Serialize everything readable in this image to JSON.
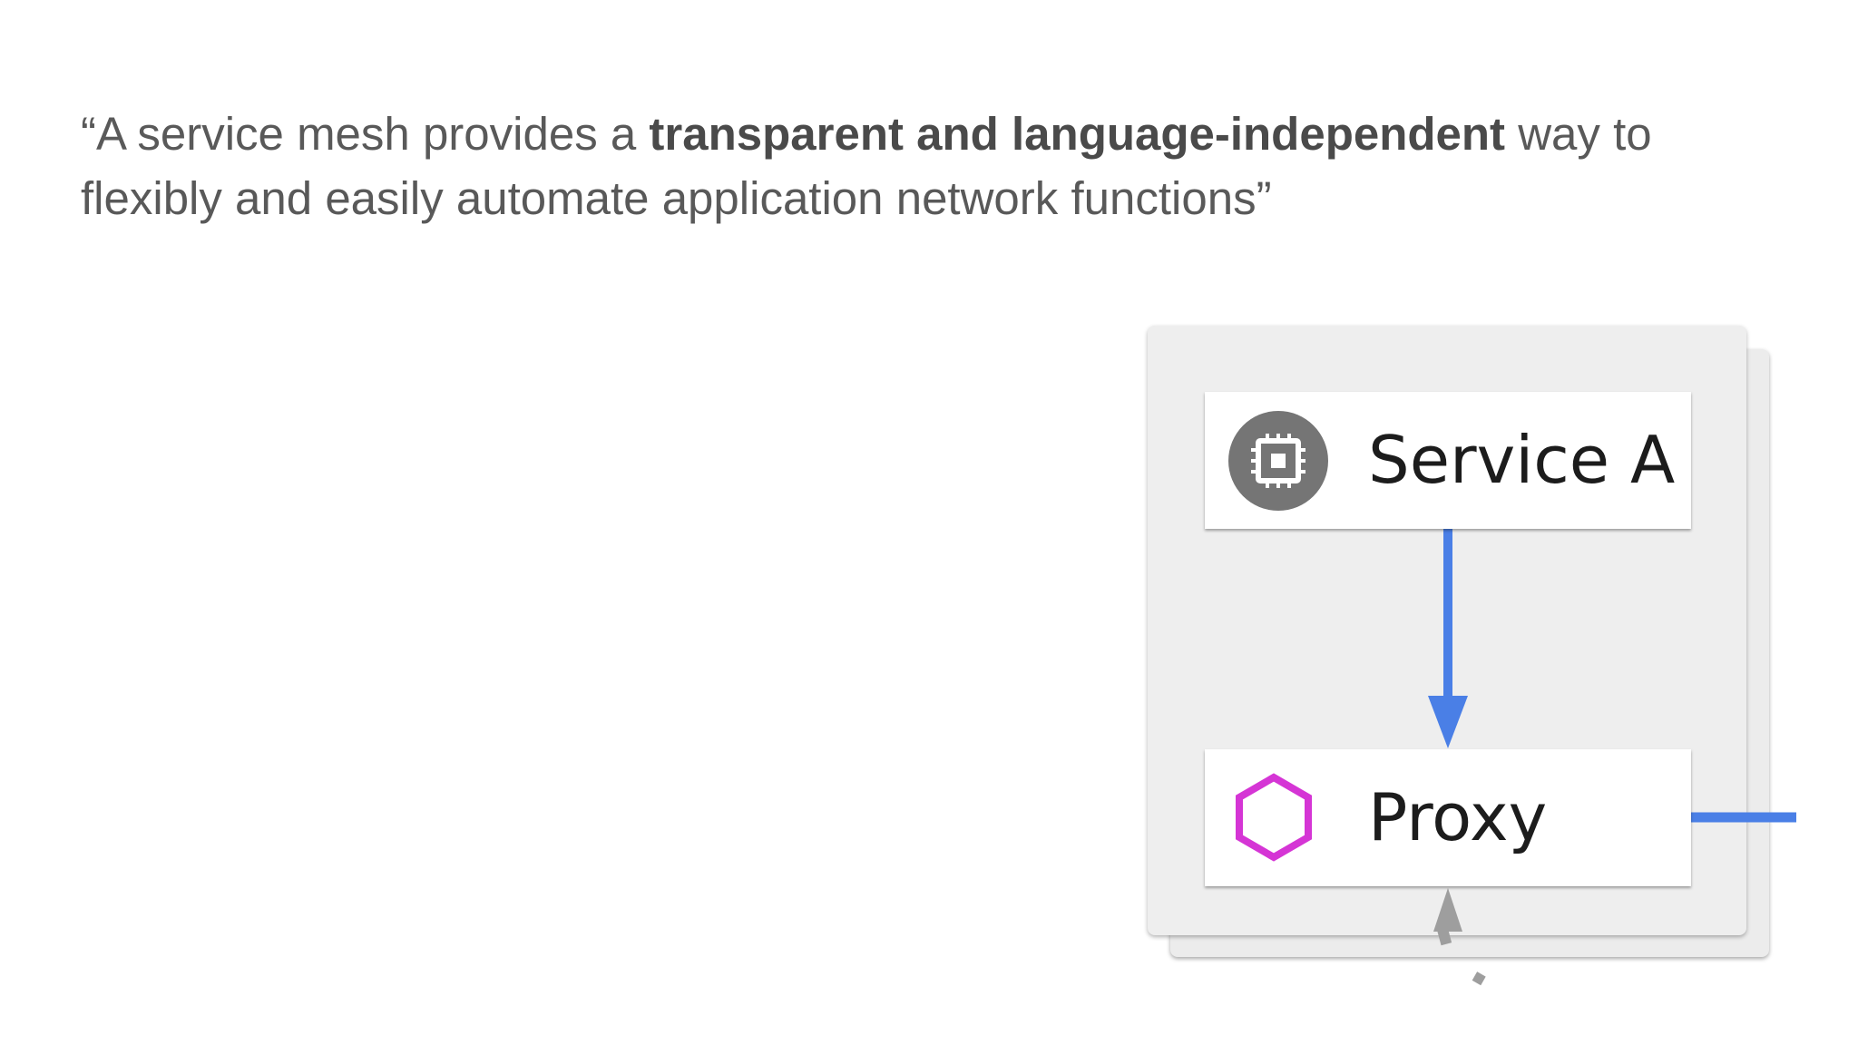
{
  "quote": {
    "open_mark": "“",
    "part1": "A service mesh provides a ",
    "emphasis": "transparent and language-independent",
    "part2": " way to flexibly and easily automate application network functions",
    "close_mark": "”"
  },
  "diagram": {
    "service_node": {
      "label": "Service A",
      "icon": "chip-icon"
    },
    "proxy_node": {
      "label": "Proxy",
      "icon": "hexagon-icon"
    },
    "colors": {
      "arrow": "#4a7fe6",
      "chip_circle": "#757575",
      "hexagon": "#d535d5",
      "incoming_arrow": "#9e9e9e",
      "card": "#eeeeee"
    }
  }
}
